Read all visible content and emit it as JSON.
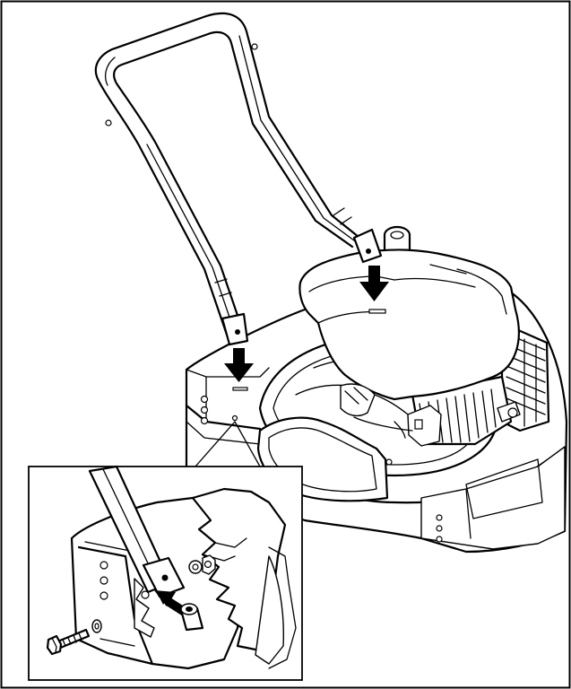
{
  "figure": {
    "description_text": "",
    "frame_color": "#000000",
    "background_color": "#ffffff",
    "icons": [
      "lawn-mower-deck",
      "engine",
      "handle-bar",
      "down-arrow",
      "insert-arrow",
      "bolt",
      "washer",
      "spacer",
      "nut"
    ]
  }
}
